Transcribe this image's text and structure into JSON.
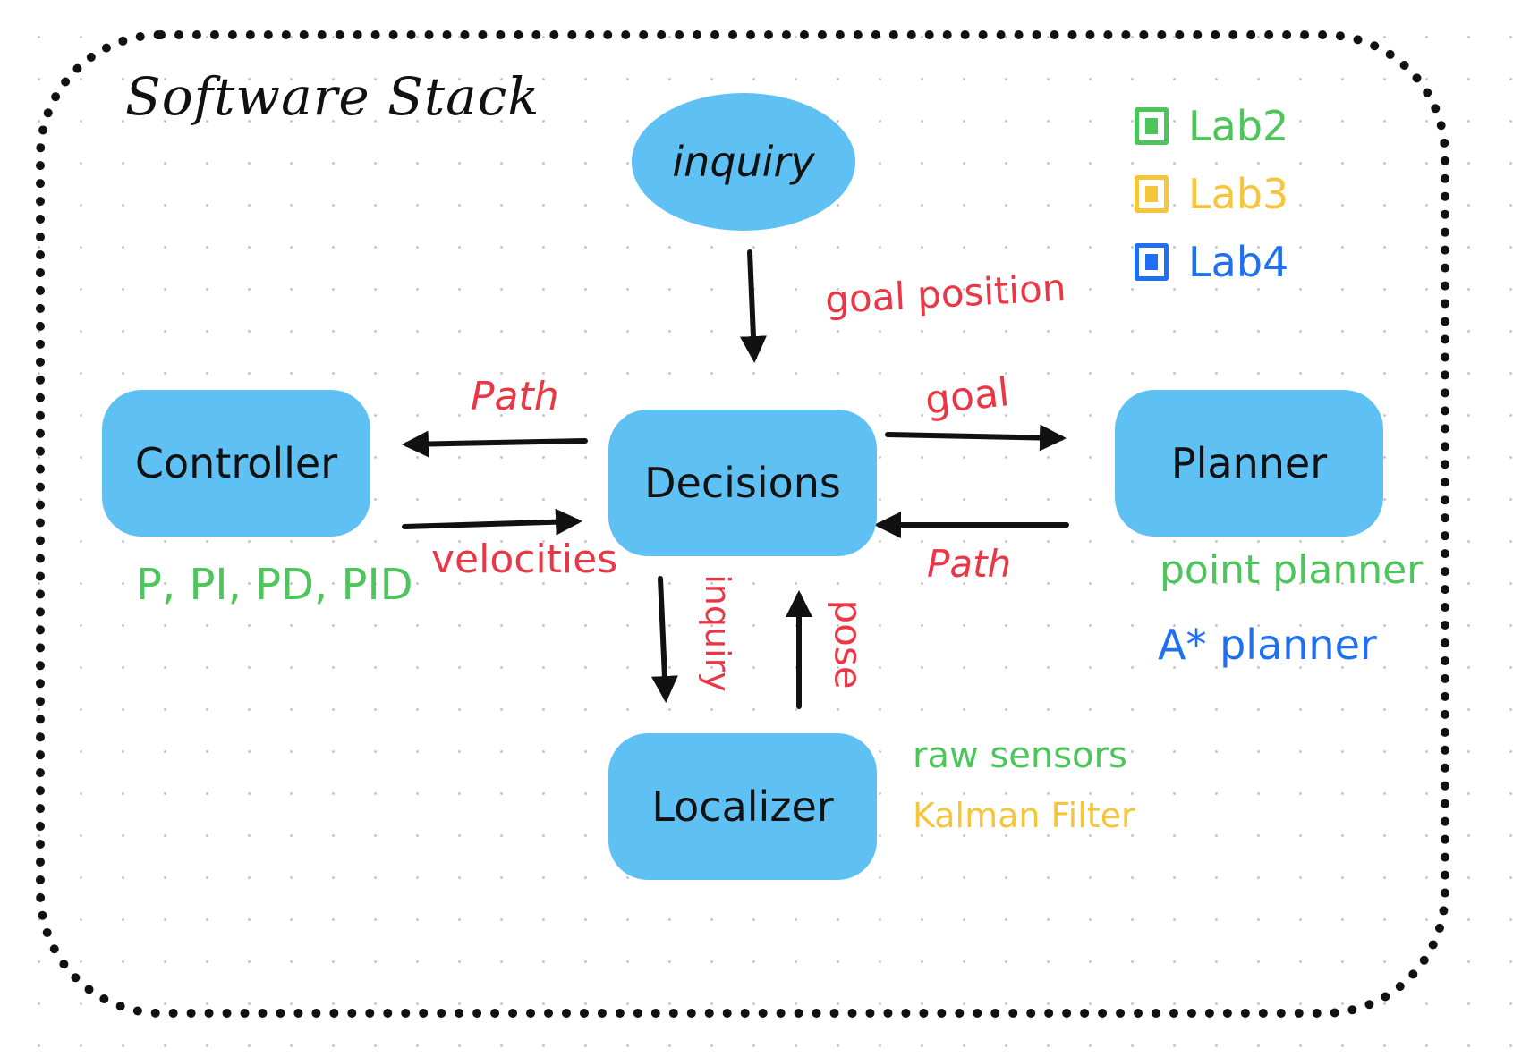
{
  "diagram": {
    "title": "Software Stack",
    "nodes": {
      "inquiry": "inquiry",
      "decisions": "Decisions",
      "controller": "Controller",
      "planner": "Planner",
      "localizer": "Localizer"
    },
    "edges": {
      "goal_position": "goal position",
      "path_to_controller": "Path",
      "velocities": "velocities",
      "goal_to_planner": "goal",
      "path_from_planner": "Path",
      "inquiry_to_localizer": "inquiry",
      "pose": "pose"
    },
    "annotations": {
      "controller_types": "P, PI, PD, PID",
      "point_planner": "point planner",
      "a_star_planner": "A* planner",
      "raw_sensors": "raw sensors",
      "kalman_filter": "Kalman Filter"
    },
    "legend": [
      {
        "label": "Lab2",
        "color": "#4cc55a",
        "icon": "lab2-checkbox-icon"
      },
      {
        "label": "Lab3",
        "color": "#f7c53b",
        "icon": "lab3-checkbox-icon"
      },
      {
        "label": "Lab4",
        "color": "#1f6ff1",
        "icon": "lab4-checkbox-icon"
      }
    ],
    "colors": {
      "node_fill": "#5ec0f3",
      "edge_label": "#ea3645",
      "ink": "#111111"
    }
  }
}
